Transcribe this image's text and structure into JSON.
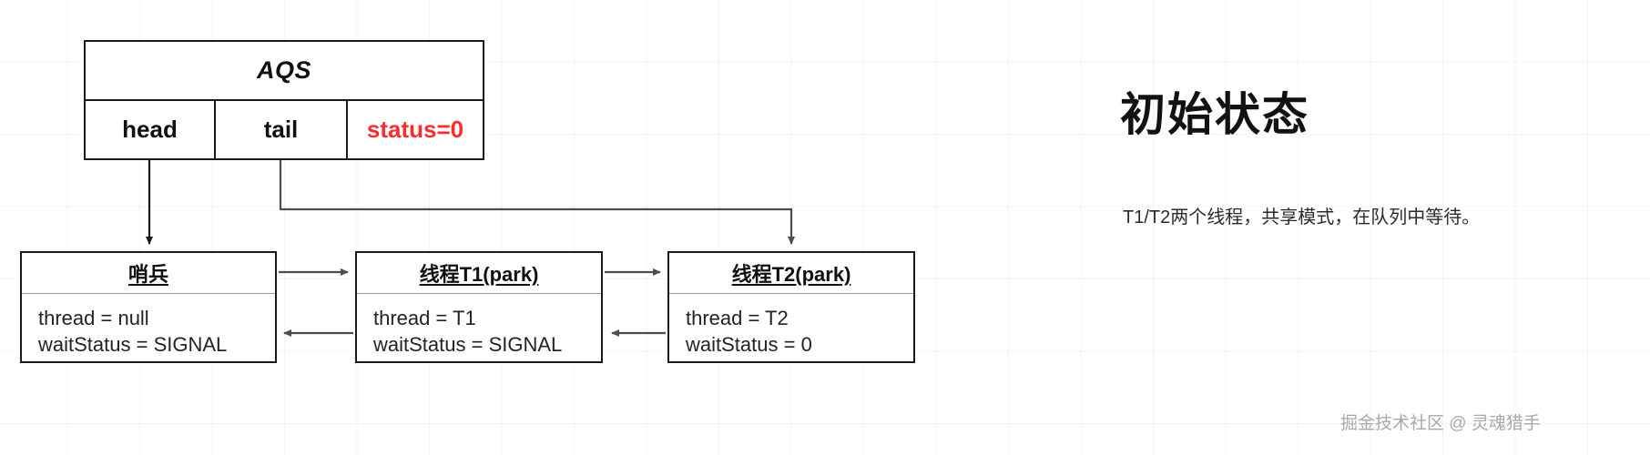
{
  "aqs": {
    "title": "AQS",
    "cells": [
      {
        "label": "head",
        "accent": false
      },
      {
        "label": "tail",
        "accent": false
      },
      {
        "label": "status=0",
        "accent": true
      }
    ],
    "accent_color": "#ff2d2d"
  },
  "nodes": [
    {
      "id": "sentinel",
      "header": "哨兵",
      "lines": [
        "thread = null",
        "waitStatus = SIGNAL"
      ]
    },
    {
      "id": "t1",
      "header": "线程T1(park)",
      "lines": [
        "thread = T1",
        "waitStatus = SIGNAL"
      ]
    },
    {
      "id": "t2",
      "header": "线程T2(park)",
      "lines": [
        "thread = T2",
        "waitStatus = 0"
      ]
    }
  ],
  "connections": [
    {
      "name": "head-to-sentinel",
      "from": "head",
      "to": "sentinel",
      "direction": "down"
    },
    {
      "name": "tail-to-t2",
      "from": "tail",
      "to": "t2",
      "direction": "down-right"
    },
    {
      "name": "sentinel-to-t1-next",
      "from": "sentinel",
      "to": "t1",
      "direction": "right"
    },
    {
      "name": "t1-to-t2-next",
      "from": "t1",
      "to": "t2",
      "direction": "right"
    },
    {
      "name": "t2-to-t1-prev",
      "from": "t2",
      "to": "t1",
      "direction": "left"
    },
    {
      "name": "t1-to-sentinel-prev",
      "from": "t1",
      "to": "sentinel",
      "direction": "left"
    }
  ],
  "panel": {
    "title": "初始状态",
    "description": "T1/T2两个线程，共享模式，在队列中等待。"
  },
  "watermark": "掘金技术社区 @ 灵魂猎手",
  "colors": {
    "stroke": "#1a1a1a",
    "arrow": "#4d4d4d",
    "accent": "#ff2d2d",
    "grid": "rgba(0,0,0,0.045)",
    "background": "#ffffff"
  }
}
